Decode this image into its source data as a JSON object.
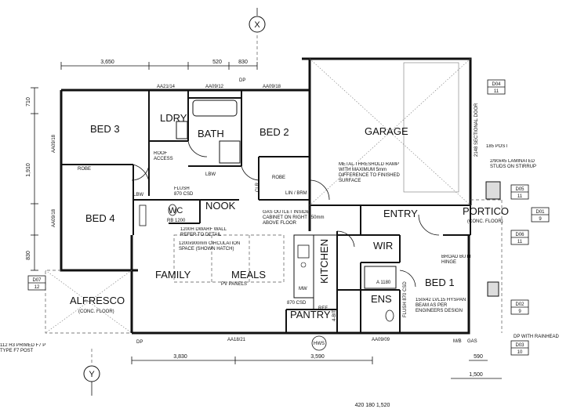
{
  "rooms": {
    "bed3": "BED 3",
    "ldry": "LDRY",
    "bath": "BATH",
    "bed2": "BED 2",
    "garage": "GARAGE",
    "bed4": "BED 4",
    "wc": "WC",
    "nook": "NOOK",
    "entry": "ENTRY",
    "portico": "PORTICO",
    "portico_sub": "(CONC. FLOOR)",
    "wir": "WIR",
    "family": "FAMILY",
    "meals": "MEALS",
    "kitchen": "KITCHEN",
    "bed1": "BED 1",
    "alfresco": "ALFRESCO",
    "alfresco_sub": "(CONC. FLOOR)",
    "ens": "ENS",
    "pantry": "PANTRY"
  },
  "grid": {
    "x": "X",
    "y": "Y"
  },
  "dims": {
    "top1": "3,650",
    "top2": "520",
    "top3": "830",
    "left1": "710",
    "left2": "1,910",
    "left3": "830",
    "bot1": "3,830",
    "bot2": "3,590",
    "bot3": "590",
    "bot4": "1,500",
    "bot_cut": "420 180 1,520"
  },
  "notes": {
    "ramp": "METAL THRESHOLD RAMP WITH MAXIMUM 5mm DIFFERENCE TO FINISHED SURFACE",
    "studs": "2/90x45 LAMINATED STUDS ON STIRRUP",
    "post185": "185 POST",
    "dwarf": "1200H DWARF WALL REFER TO DETAIL",
    "circ": "1200x900mm CIRCULATION SPACE (SHOWN HATCH)",
    "gas": "GAS OUTLET INSIDE CABINET ON RIGHT 750mm ABOVE FLOOR",
    "pv": "PV PANELS",
    "hinge": "BROAD BUTT HINGE",
    "beam": "150x42 LVL15 HYSPAN BEAM AS PER ENGINEERS DESIGN",
    "primed": "112 H3 PRIMED F7 P TYPE F7 POST",
    "rainhead": "DP WITH RAINHEAD",
    "sectional": "2148 SECTIONAL DOOR",
    "clr": "CLR",
    "fridge": "REF",
    "mw": "MW",
    "robe1": "ROBE",
    "robe2": "ROBE",
    "linbrm": "LIN / BRM",
    "roof_access": "ROOF ACCESS",
    "flush1": "FLUSH 870 CSD",
    "flush2": "FLUSH 870 CSD",
    "csd870": "870 CSD",
    "wc_size": "RB 1200",
    "a1180": "A 1180",
    "fourbit": "4-BIT"
  },
  "tags": {
    "d04": "D04",
    "d04n": "11",
    "d05": "D05",
    "d05n": "11",
    "d01": "D01",
    "d01n": "9",
    "d06": "D06",
    "d06n": "11",
    "d07": "D07",
    "d07n": "12",
    "d02": "D02",
    "d02n": "9",
    "d03": "D03",
    "d03n": "10"
  },
  "labels": {
    "dp": "DP",
    "lbw": "LBW",
    "hws": "HWS",
    "gas": "GAS",
    "mb": "M/B",
    "aa1": "AA09/12",
    "aa2": "AA09/18",
    "aa3": "AA21/14",
    "aa4": "AA18/21",
    "aa5": "AA09/09",
    "aa6": "AA09/18",
    "aa7": "AA09/18"
  }
}
